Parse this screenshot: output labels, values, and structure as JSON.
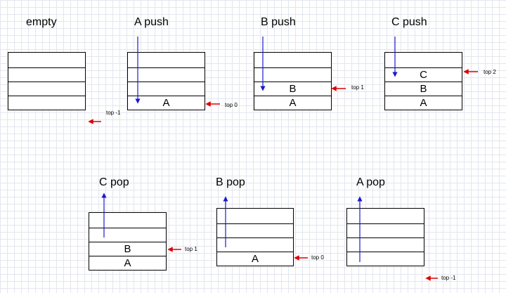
{
  "stages": [
    {
      "title": "empty",
      "cells": [
        "",
        "",
        "",
        ""
      ],
      "top_label": "top -1"
    },
    {
      "title": "A push",
      "cells": [
        "",
        "",
        "",
        "A"
      ],
      "top_label": "top 0"
    },
    {
      "title": "B push",
      "cells": [
        "",
        "",
        "B",
        "A"
      ],
      "top_label": "top 1"
    },
    {
      "title": "C push",
      "cells": [
        "",
        "C",
        "B",
        "A"
      ],
      "top_label": "top 2"
    },
    {
      "title": "C pop",
      "cells": [
        "",
        "",
        "B",
        "A"
      ],
      "top_label": "top 1"
    },
    {
      "title": "B pop",
      "cells": [
        "",
        "",
        "",
        "A"
      ],
      "top_label": "top 0"
    },
    {
      "title": "A pop",
      "cells": [
        "",
        "",
        "",
        ""
      ],
      "top_label": "top -1"
    }
  ],
  "colors": {
    "push_pop_arrow": "#1a1acc",
    "top_pointer_arrow": "#dd0000",
    "grid": "#e3e6ee"
  }
}
